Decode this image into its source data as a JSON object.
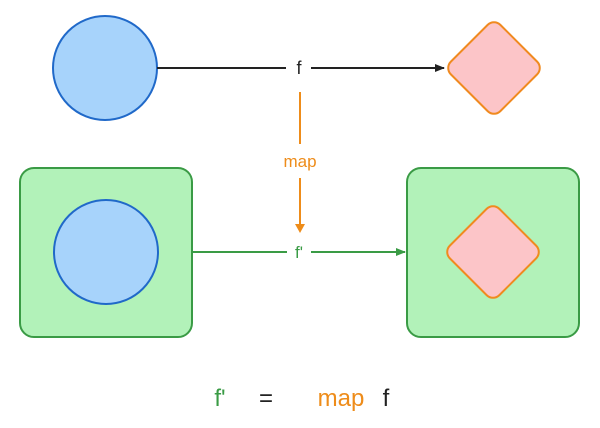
{
  "labels": {
    "top_arrow": "f",
    "map_arrow": "map",
    "bottom_arrow": "f'"
  },
  "equation": {
    "lhs": "f'",
    "equals": "=",
    "op": "map",
    "arg": "f"
  },
  "colors": {
    "circle_fill": "#a7d3fb",
    "circle_stroke": "#2069c9",
    "diamond_fill": "#fcc5c8",
    "diamond_stroke": "#f08a1f",
    "box_fill": "#b2f2b9",
    "box_stroke": "#3a9b45",
    "black_arrow": "#222222",
    "orange": "#ee8c1a",
    "green": "#3a9b45"
  }
}
